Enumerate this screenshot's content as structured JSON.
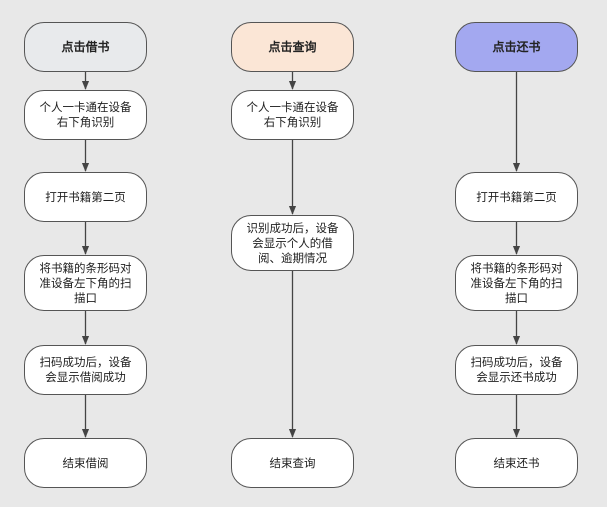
{
  "colors": {
    "background": "#e8e8e8",
    "borrow_header": "#e8eaec",
    "query_header": "#fbe6d6",
    "return_header": "#a3a8f0",
    "node_fill": "#ffffff",
    "stroke": "#555555"
  },
  "columns": [
    {
      "id": "borrow",
      "steps": [
        "点击借书",
        "个人一卡通在设备\n右下角识别",
        "打开书籍第二页",
        "将书籍的条形码对\n准设备左下角的扫\n描口",
        "扫码成功后，设备\n会显示借阅成功",
        "结束借阅"
      ]
    },
    {
      "id": "query",
      "steps": [
        "点击查询",
        "个人一卡通在设备\n右下角识别",
        "识别成功后，设备\n会显示个人的借\n阅、逾期情况",
        "结束查询"
      ]
    },
    {
      "id": "return",
      "steps": [
        "点击还书",
        "打开书籍第二页",
        "将书籍的条形码对\n准设备左下角的扫\n描口",
        "扫码成功后，设备\n会显示还书成功",
        "结束还书"
      ]
    }
  ]
}
